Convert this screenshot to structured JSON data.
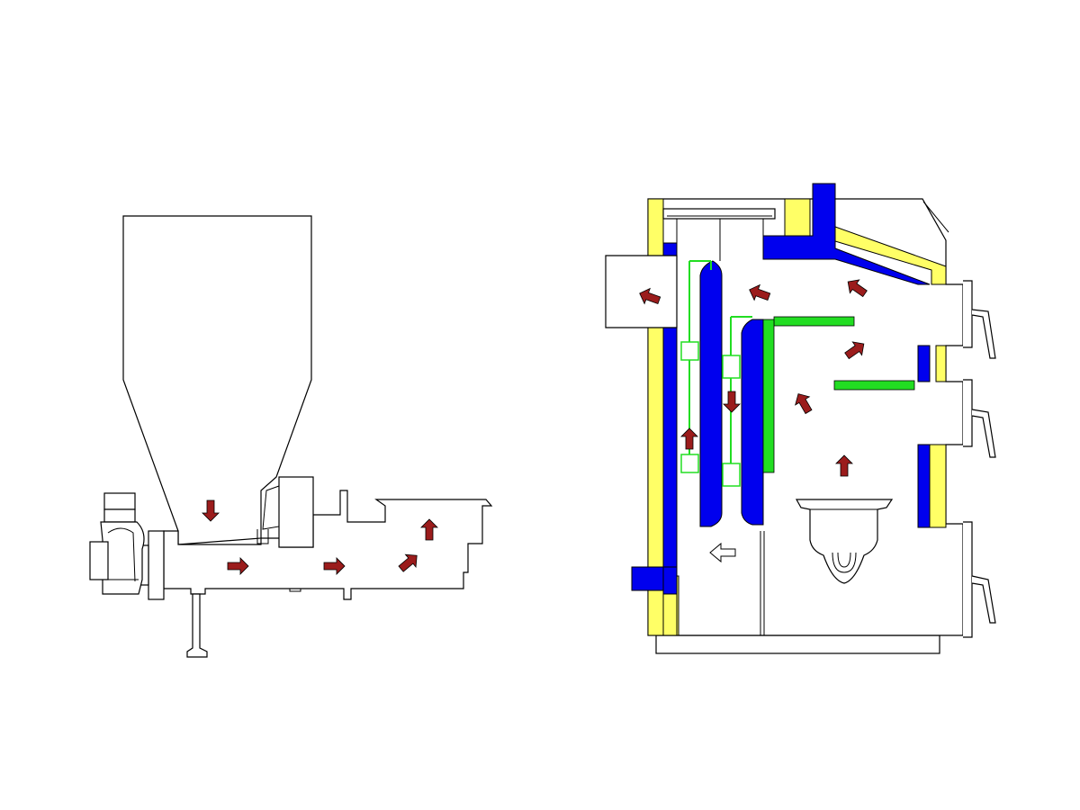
{
  "diagram": {
    "colors": {
      "outline": "#000000",
      "background": "#ffffff",
      "flow_arrow": "#9b1c1c",
      "water_jacket": "#0000ee",
      "insulation": "#ffff66",
      "baffle": "#22dd22",
      "return_arrow": "#ffffff"
    },
    "components": [
      "fuel-hopper",
      "screw-feeder",
      "drive-motor",
      "burner-head",
      "boiler",
      "flue-outlet",
      "water-jacket",
      "insulation-layer",
      "heat-exchanger-baffles",
      "ash-pan",
      "boiler-doors"
    ]
  }
}
